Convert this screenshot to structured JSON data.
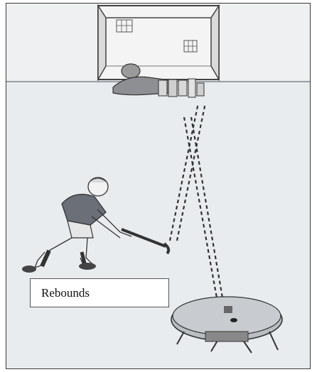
{
  "label": {
    "text": "Rebounds"
  },
  "colors": {
    "background": "#e9ecee",
    "wall": "#f2f2f2",
    "outline": "#3a3a3a",
    "table": "#b9bec3",
    "player_shirt": "#6a6f78"
  },
  "illustration": {
    "objects": [
      "goal",
      "goalkeeper",
      "player-with-stick",
      "rebound-board",
      "ball-paths"
    ]
  }
}
